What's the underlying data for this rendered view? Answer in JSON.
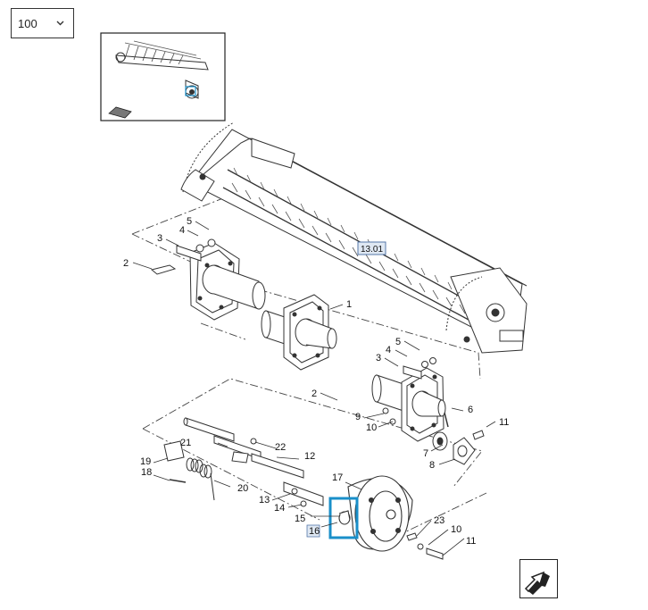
{
  "zoom_select": {
    "value": "100",
    "icon": "chevron-down-icon"
  },
  "section_ref": "13.01",
  "callouts": {
    "c1": "1",
    "c2a": "2",
    "c2b": "2",
    "c3a": "3",
    "c3b": "3",
    "c4a": "4",
    "c4b": "4",
    "c5a": "5",
    "c5b": "5",
    "c6": "6",
    "c7": "7",
    "c8": "8",
    "c9": "9",
    "c10a": "10",
    "c10b": "10",
    "c11a": "11",
    "c11b": "11",
    "c12": "12",
    "c13": "13",
    "c14": "14",
    "c15": "15",
    "c16": "16",
    "c17": "17",
    "c18": "18",
    "c19": "19",
    "c20": "20",
    "c21": "21",
    "c22": "22",
    "c23": "23"
  },
  "highlight_color": "#1a8fc9",
  "next_icon": "arrow-next-page-icon"
}
